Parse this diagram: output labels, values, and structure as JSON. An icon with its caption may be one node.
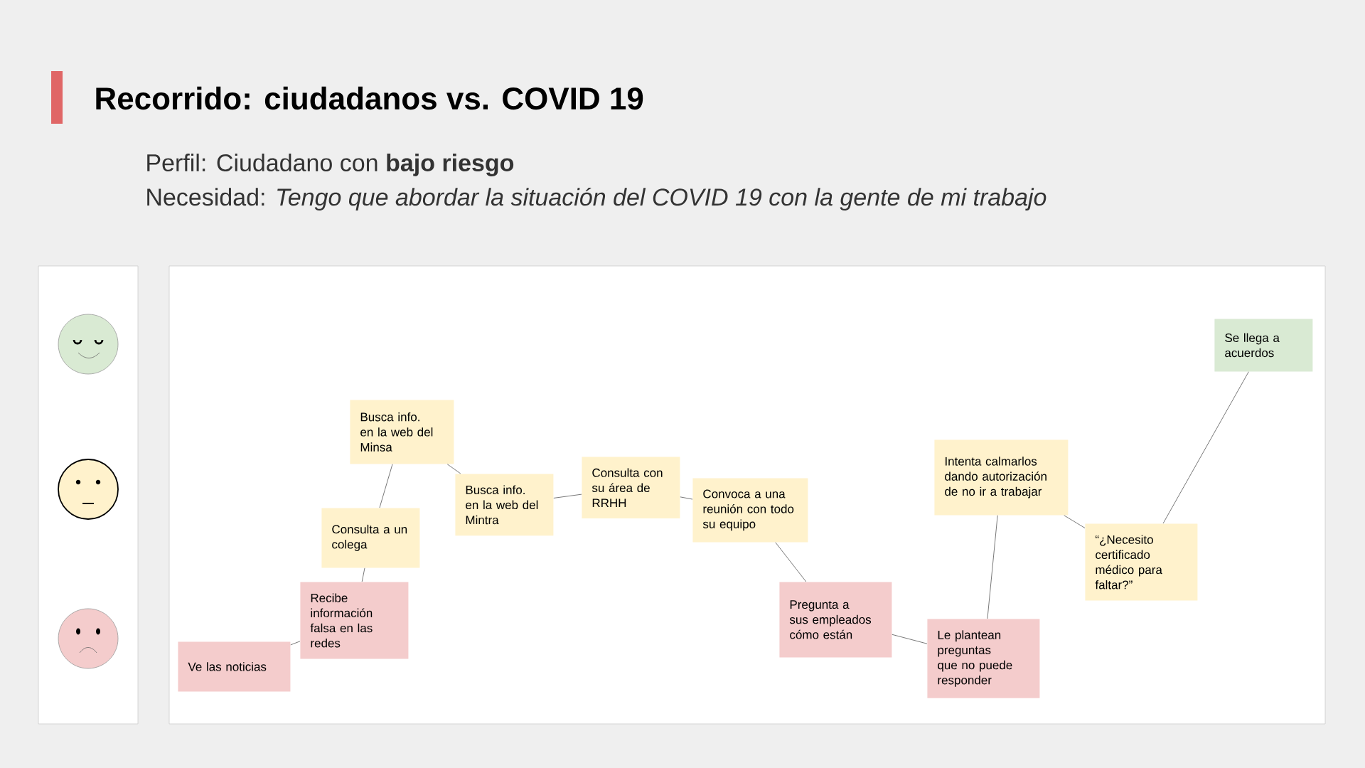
{
  "diagram": {
    "title": "Recorrido: ciudadanos vs. COVID 19",
    "nodes": [
      {
        "text": [
          "Ve las noticias"
        ]
      },
      {
        "text": [
          "Recibe información falsa en las redes"
        ]
      },
      {
        "text": [
          "Consulta a un colega"
        ]
      },
      {
        "text": [
          "Busca info. en la web del Minsa"
        ]
      },
      {
        "text": [
          "Busca info. en la web del Mintra"
        ]
      },
      {
        "text": [
          "Consulta con su área de RRHH"
        ]
      },
      {
        "text": [
          "Convoca a una reunión con todo su equipo"
        ]
      },
      {
        "text": [
          "Pregunta a sus empleados cómo están"
        ]
      },
      {
        "text": [
          "Le plantean preguntas que no puede responder"
        ]
      },
      {
        "text": [
          "Intenta calmarlos dando autorización de no ir a trabajar"
        ]
      },
      {
        "text": [
          "“¿Necesito certificado médico para faltar?”"
        ]
      },
      {
        "text": [
          "Se llega a acuerdos"
        ]
      }
    ],
    "edges": [
      {
        "from": 0,
        "to": 1,
        "arrow": "none"
      },
      {
        "from": 1,
        "to": 2,
        "arrow": "none"
      },
      {
        "from": 2,
        "to": 3,
        "arrow": "none"
      },
      {
        "from": 3,
        "to": 4,
        "arrow": "none"
      },
      {
        "from": 4,
        "to": 5,
        "arrow": "none"
      },
      {
        "from": 5,
        "to": 6,
        "arrow": "none"
      },
      {
        "from": 6,
        "to": 7,
        "arrow": "none"
      },
      {
        "from": 7,
        "to": 8,
        "arrow": "none"
      },
      {
        "from": 8,
        "to": 9,
        "arrow": "none"
      },
      {
        "from": 9,
        "to": 10,
        "arrow": "none"
      },
      {
        "from": 10,
        "to": 11,
        "arrow": "none"
      }
    ],
    "labels": [
      "Perfil: Ciudadano con **bajo riesgo**",
      "Necesidad: *Tengo que abordar la situación del COVID 19 con la gente de mi trabajo*"
    ]
  }
}
